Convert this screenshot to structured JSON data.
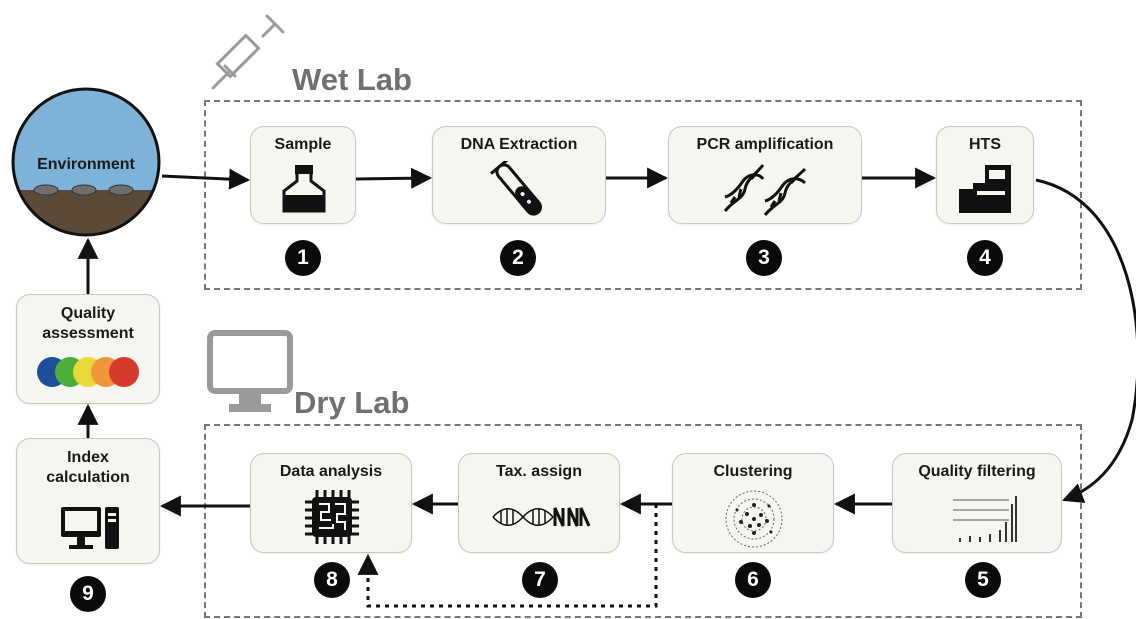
{
  "wet_lab": {
    "title": "Wet Lab",
    "steps": [
      {
        "label": "Sample",
        "number": "1"
      },
      {
        "label": "DNA Extraction",
        "number": "2"
      },
      {
        "label": "PCR amplification",
        "number": "3"
      },
      {
        "label": "HTS",
        "number": "4"
      }
    ]
  },
  "dry_lab": {
    "title": "Dry Lab",
    "steps": [
      {
        "label": "Quality filtering",
        "number": "5"
      },
      {
        "label": "Clustering",
        "number": "6"
      },
      {
        "label": "Tax. assign",
        "number": "7"
      },
      {
        "label": "Data analysis",
        "number": "8"
      }
    ]
  },
  "side_steps": {
    "environment": "Environment",
    "quality_assessment": "Quality assessment",
    "index_calculation": "Index calculation",
    "index_number": "9"
  },
  "colors": {
    "water": "#7fb2d8",
    "soil": "#5b4a38",
    "dot_blue": "#1f4e9c",
    "dot_green": "#4caf3a",
    "dot_yellow": "#e8d83a",
    "dot_orange": "#f0953a",
    "dot_red": "#d63a2a",
    "frame": "#777777",
    "lab_title": "#707070"
  }
}
